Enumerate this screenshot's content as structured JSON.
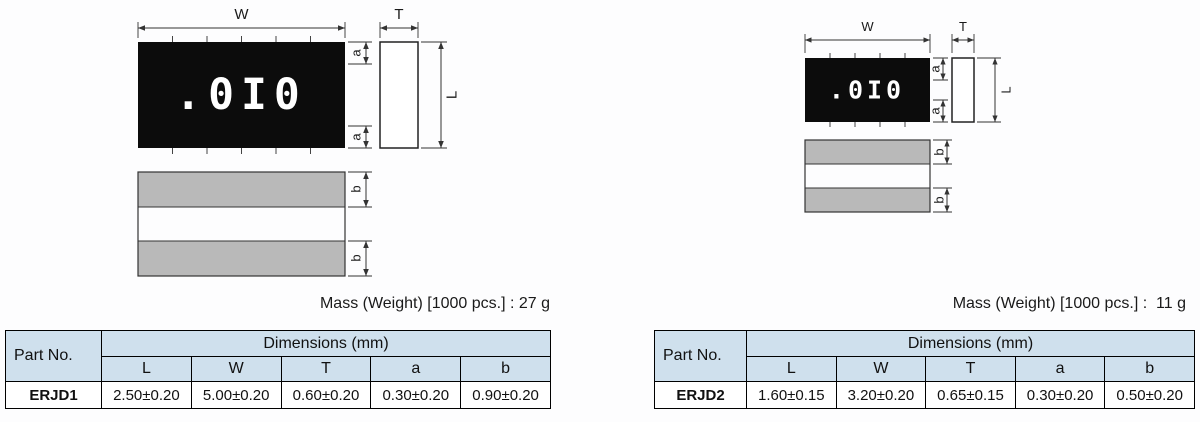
{
  "labels": {
    "w": "W",
    "t": "T",
    "l": "L",
    "a": "a",
    "b": "b"
  },
  "left": {
    "marking": ".0I0",
    "mass_text": "Mass (Weight) [1000 pcs.] : 27 g",
    "table": {
      "part_header": "Part No.",
      "dims_header": "Dimensions (mm)",
      "columns": [
        "L",
        "W",
        "T",
        "a",
        "b"
      ],
      "part_no": "ERJD1",
      "values": [
        "2.50±0.20",
        "5.00±0.20",
        "0.60±0.20",
        "0.30±0.20",
        "0.90±0.20"
      ]
    }
  },
  "right": {
    "marking": ".0I0",
    "mass_text": "Mass (Weight) [1000 pcs.] :  11 g",
    "table": {
      "part_header": "Part No.",
      "dims_header": "Dimensions (mm)",
      "columns": [
        "L",
        "W",
        "T",
        "a",
        "b"
      ],
      "part_no": "ERJD2",
      "values": [
        "1.60±0.15",
        "3.20±0.20",
        "0.65±0.15",
        "0.30±0.20",
        "0.50±0.20"
      ]
    }
  }
}
